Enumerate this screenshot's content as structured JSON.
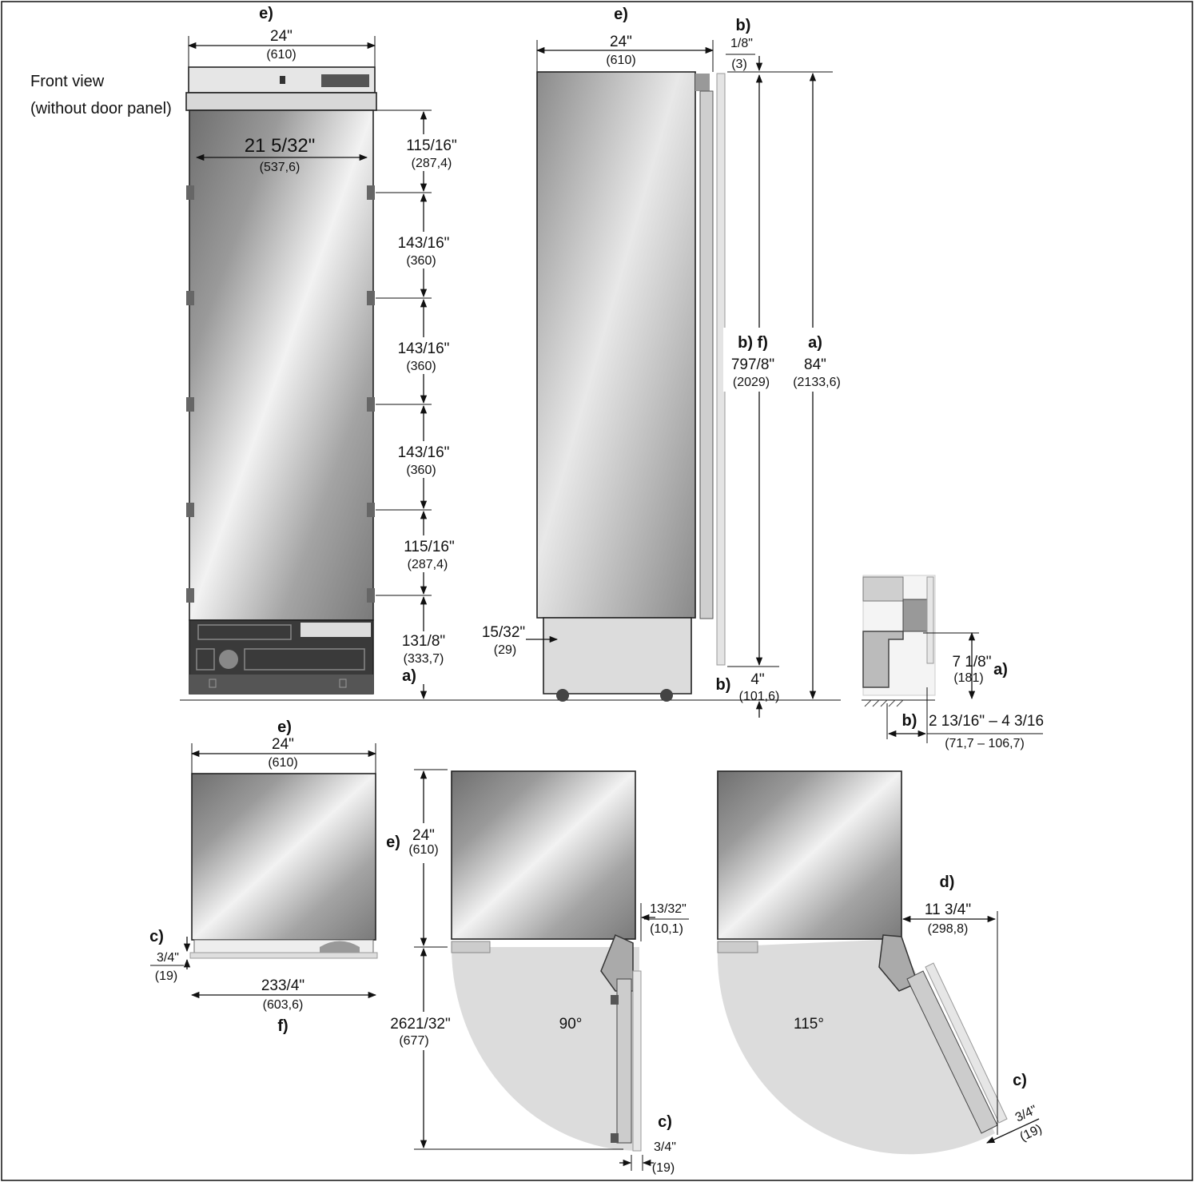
{
  "front_view": {
    "caption_line1": "Front view",
    "caption_line2": "(without door panel)",
    "width_tag": "e)",
    "width_in": "24\"",
    "width_mm": "(610)",
    "inner_width_in": "21 5/32\"",
    "inner_width_mm": "(537,6)",
    "spacings": [
      {
        "in": "115/16\"",
        "mm": "(287,4)"
      },
      {
        "in": "143/16\"",
        "mm": "(360)"
      },
      {
        "in": "143/16\"",
        "mm": "(360)"
      },
      {
        "in": "143/16\"",
        "mm": "(360)"
      },
      {
        "in": "115/16\"",
        "mm": "(287,4)"
      },
      {
        "in": "131/8\"",
        "mm": "(333,7)"
      }
    ],
    "base_tag": "a)"
  },
  "side_view": {
    "width_tag": "e)",
    "width_in": "24\"",
    "width_mm": "(610)",
    "gap_tag": "b)",
    "gap_in": "1/8\"",
    "gap_mm": "(3)",
    "toe_in": "15/32\"",
    "toe_mm": "(29)",
    "panel_tags": "b)  f)",
    "panel_in": "797/8\"",
    "panel_mm": "(2029)",
    "total_tag": "a)",
    "total_in": "84\"",
    "total_mm": "(2133,6)",
    "bottom_tag": "b)",
    "bottom_in": "4\"",
    "bottom_mm": "(101,6)"
  },
  "detail_view": {
    "height_in": "7 1/8\"",
    "height_mm": "(181)",
    "height_tag": "a)",
    "depth_tag": "b)",
    "depth_in": "2 13/16\" – 4 3/16",
    "depth_mm": "(71,7 – 106,7)"
  },
  "top_view": {
    "width_tag": "e)",
    "width_in": "24\"",
    "width_mm": "(610)",
    "panel_tag": "c)",
    "panel_in": "3/4\"",
    "panel_mm": "(19)",
    "front_width_in": "233/4\"",
    "front_width_mm": "(603,6)",
    "front_width_tag": "f)"
  },
  "door_90": {
    "depth_tag": "e)",
    "depth_in": "24\"",
    "depth_mm": "(610)",
    "offset_in": "13/32\"",
    "offset_mm": "(10,1)",
    "swing_in": "2621/32\"",
    "swing_mm": "(677)",
    "angle": "90°",
    "panel_tag": "c)",
    "panel_in": "3/4\"",
    "panel_mm": "(19)"
  },
  "door_115": {
    "clear_tag": "d)",
    "clear_in": "11 3/4\"",
    "clear_mm": "(298,8)",
    "angle": "115°",
    "panel_tag": "c)",
    "panel_in": "3/4\"",
    "panel_mm": "(19)"
  },
  "colors": {
    "steel_light": "#f2f2f2",
    "steel_dark": "#9a9a9a",
    "grille": "#3a3a3a",
    "swing_area": "#dcdcdc"
  }
}
